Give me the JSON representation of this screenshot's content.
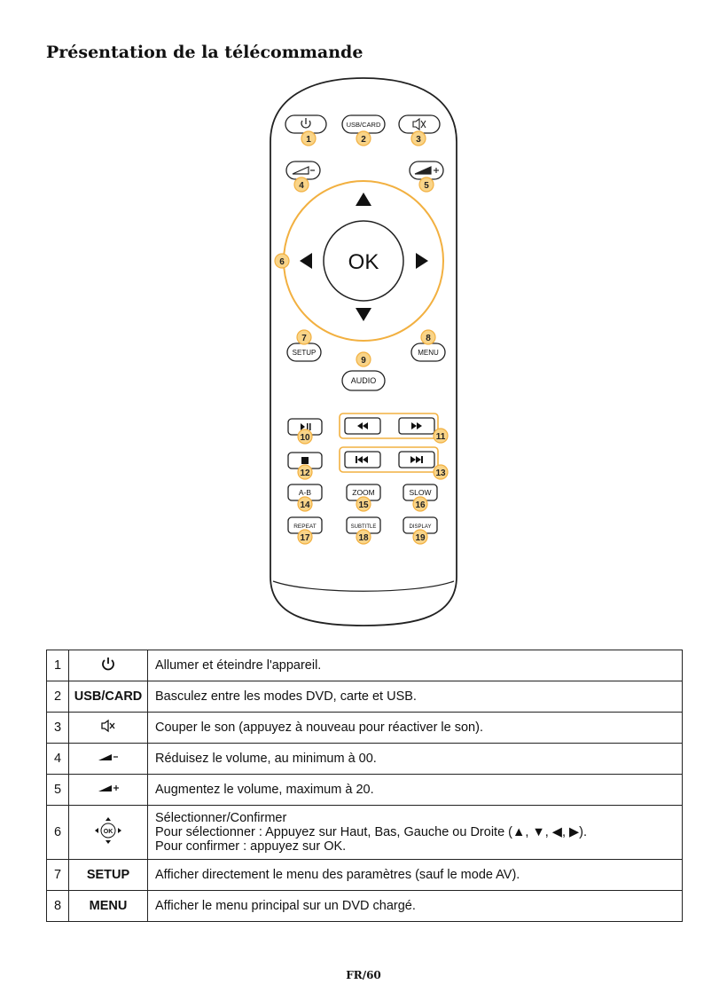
{
  "page": {
    "title": "Présentation de la télécommande",
    "footer": "FR/60"
  },
  "remote": {
    "ok_label": "OK",
    "usb_card_label": "USB/CARD",
    "setup_label": "SETUP",
    "menu_label": "MENU",
    "audio_label": "AUDIO",
    "ab_label": "A-B",
    "zoom_label": "ZOOM",
    "slow_label": "SLOW",
    "repeat_label": "REPEAT",
    "subtitle_label": "SUBTITLE",
    "display_label": "DISPLAY",
    "accent_color": "#F2B040",
    "badges": [
      "1",
      "2",
      "3",
      "4",
      "5",
      "6",
      "7",
      "8",
      "9",
      "10",
      "11",
      "12",
      "13",
      "14",
      "15",
      "16",
      "17",
      "18",
      "19"
    ]
  },
  "legend": {
    "rows": [
      {
        "num": "1",
        "key": "power-icon",
        "desc": "Allumer et éteindre l'appareil."
      },
      {
        "num": "2",
        "key": "USB/CARD",
        "desc": "Basculez entre les modes DVD, carte et USB."
      },
      {
        "num": "3",
        "key": "mute-icon",
        "desc": "Couper le son (appuyez à nouveau pour réactiver le son)."
      },
      {
        "num": "4",
        "key": "volume-down-icon",
        "desc": "Réduisez le volume, au minimum à 00."
      },
      {
        "num": "5",
        "key": "volume-up-icon",
        "desc": "Augmentez le volume, maximum à 20."
      },
      {
        "num": "6",
        "key": "dpad-icon",
        "desc_line1": "Sélectionner/Confirmer",
        "desc_line2": "Pour sélectionner : Appuyez sur Haut, Bas, Gauche ou Droite (▲, ▼, ◀, ▶).",
        "desc_line3": "Pour confirmer : appuyez sur OK."
      },
      {
        "num": "7",
        "key": "SETUP",
        "desc": "Afficher directement le menu des paramètres (sauf le mode AV)."
      },
      {
        "num": "8",
        "key": "MENU",
        "desc": "Afficher le menu principal sur un DVD chargé."
      }
    ]
  }
}
